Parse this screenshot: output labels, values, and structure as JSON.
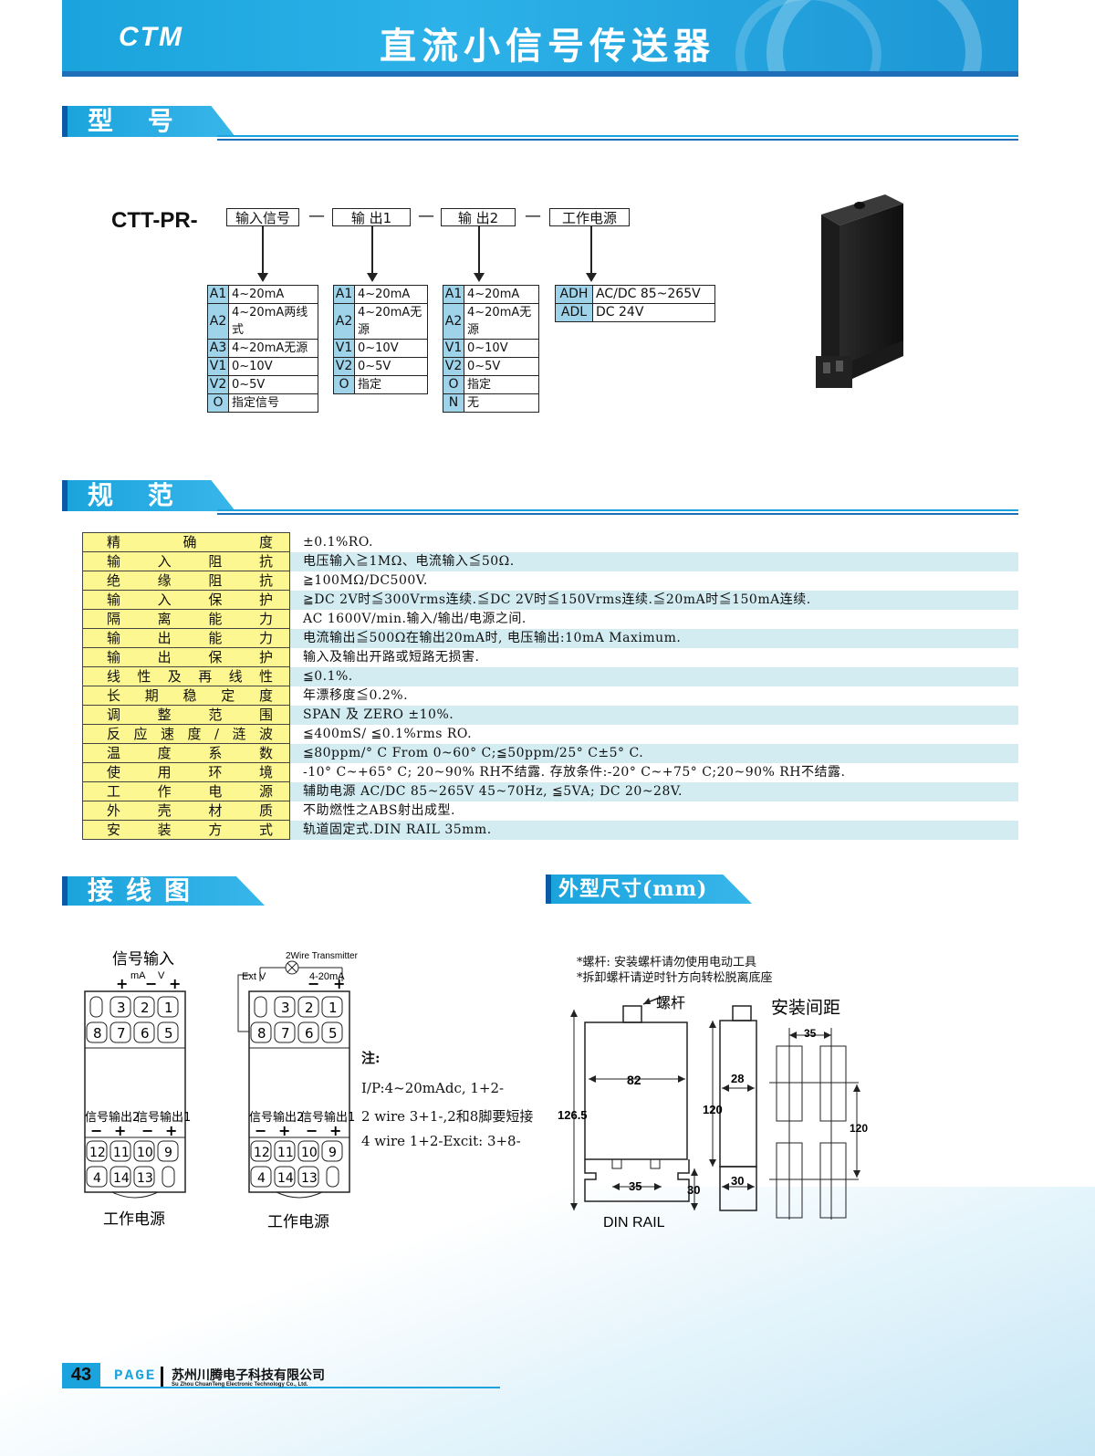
{
  "header": {
    "logo": "CTM",
    "title": "直流小信号传送器"
  },
  "sections": {
    "model": "型 号",
    "spec": "规 范",
    "wiring": "接线图",
    "dims": "外型尺寸(mm)"
  },
  "model": {
    "prefix": "CTT-PR-",
    "dash": "—",
    "fields": [
      "输入信号",
      "输  出1",
      "输  出2",
      "工作电源"
    ],
    "input_options": [
      {
        "code": "A1",
        "desc": "4~20mA"
      },
      {
        "code": "A2",
        "desc": "4~20mA两线式"
      },
      {
        "code": "A3",
        "desc": "4~20mA无源"
      },
      {
        "code": "V1",
        "desc": "0~10V"
      },
      {
        "code": "V2",
        "desc": "0~5V"
      },
      {
        "code": "O",
        "desc": "指定信号"
      }
    ],
    "output1_options": [
      {
        "code": "A1",
        "desc": "4~20mA"
      },
      {
        "code": "A2",
        "desc": "4~20mA无源"
      },
      {
        "code": "V1",
        "desc": "0~10V"
      },
      {
        "code": "V2",
        "desc": "0~5V"
      },
      {
        "code": "O",
        "desc": "指定"
      }
    ],
    "output2_options": [
      {
        "code": "A1",
        "desc": "4~20mA"
      },
      {
        "code": "A2",
        "desc": "4~20mA无源"
      },
      {
        "code": "V1",
        "desc": "0~10V"
      },
      {
        "code": "V2",
        "desc": "0~5V"
      },
      {
        "code": "O",
        "desc": "指定"
      },
      {
        "code": "N",
        "desc": "无"
      }
    ],
    "power_options": [
      {
        "code": "ADH",
        "desc": "AC/DC 85~265V"
      },
      {
        "code": "ADL",
        "desc": "DC 24V"
      }
    ]
  },
  "spec": [
    {
      "key": "精确度",
      "value": "±0.1%RO."
    },
    {
      "key": "输入阻抗",
      "value": "电压输入≧1MΩ、电流输入≦50Ω."
    },
    {
      "key": "绝缘阻抗",
      "value": "≧100MΩ/DC500V."
    },
    {
      "key": "输入保护",
      "value": "≧DC 2V时≦300Vrms连续.≦DC 2V时≦150Vrms连续.≦20mA时≦150mA连续."
    },
    {
      "key": "隔离能力",
      "value": "AC 1600V/min.输入/输出/电源之间."
    },
    {
      "key": "输出能力",
      "value": "电流输出≦500Ω在输出20mA时, 电压输出:10mA Maximum."
    },
    {
      "key": "输出保护",
      "value": "输入及输出开路或短路无损害."
    },
    {
      "key": "线性及再线性",
      "value": "≦0.1%."
    },
    {
      "key": "长期稳定度",
      "value": "年漂移度≦0.2%."
    },
    {
      "key": "调整范围",
      "value": "SPAN 及 ZERO ±10%."
    },
    {
      "key": "反应速度/涟波",
      "value": "≦400mS/ ≦0.1%rms RO."
    },
    {
      "key": "温度系数",
      "value": "≦80ppm/° C From 0~60° C;≦50ppm/25° C±5° C."
    },
    {
      "key": "使用环境",
      "value": "-10° C~+65° C; 20~90% RH不结露. 存放条件:-20° C~+75° C;20~90% RH不结露."
    },
    {
      "key": "工作电源",
      "value": "辅助电源 AC/DC 85~265V 45~70Hz, ≦5VA;   DC 20~28V."
    },
    {
      "key": "外壳材质",
      "value": "不助燃性之ABS射出成型."
    },
    {
      "key": "安装方式",
      "value": "轨道固定式.DIN RAIL 35mm."
    }
  ],
  "wiring": {
    "left_title": "信号输入",
    "mA": "mA",
    "V": "V",
    "plus": "+",
    "minus": "−",
    "ext_v": "Ext V",
    "transmitter": "2Wire Transmitter",
    "range": "4-20mA",
    "out2": "信号输出2",
    "out1": "信号输出1",
    "power": "工作电源",
    "terminals_top1": [
      "3",
      "2",
      "1"
    ],
    "terminals_top2": [
      "8",
      "7",
      "6",
      "5"
    ],
    "terminals_bot1": [
      "12",
      "11",
      "10",
      "9"
    ],
    "terminals_bot2": [
      "4",
      "14",
      "13"
    ],
    "note_title": "注:",
    "notes": [
      "I/P:4~20mAdc, 1+2-",
      "2 wire 3+1-,2和8脚要短接",
      "4 wire 1+2-Excit: 3+8-"
    ]
  },
  "dims": {
    "note1": "*螺杆: 安装螺杆请勿使用电动工具",
    "note2": "*拆卸螺杆请逆时针方向转松脱离底座",
    "screw": "螺杆",
    "spacing": "安装间距",
    "w82": "82",
    "h126": "126.5",
    "h120": "120",
    "d28": "28",
    "d35": "35",
    "d30a": "30",
    "d30b": "30",
    "s35": "35",
    "s120": "120",
    "din": "DIN RAIL"
  },
  "footer": {
    "page_num": "43",
    "page_label": "PAGE",
    "company": "苏州川腾电子科技有限公司",
    "company_en": "Su Zhou ChuanTeng Electronic Technology Co., Ltd."
  },
  "colors": {
    "accent": "#1aa3dc",
    "dark_blue": "#1f6fb8",
    "spec_key_bg": "#fdf791",
    "spec_row_alt": "#d3ecf2",
    "code_bg": "#9fd3ea"
  }
}
